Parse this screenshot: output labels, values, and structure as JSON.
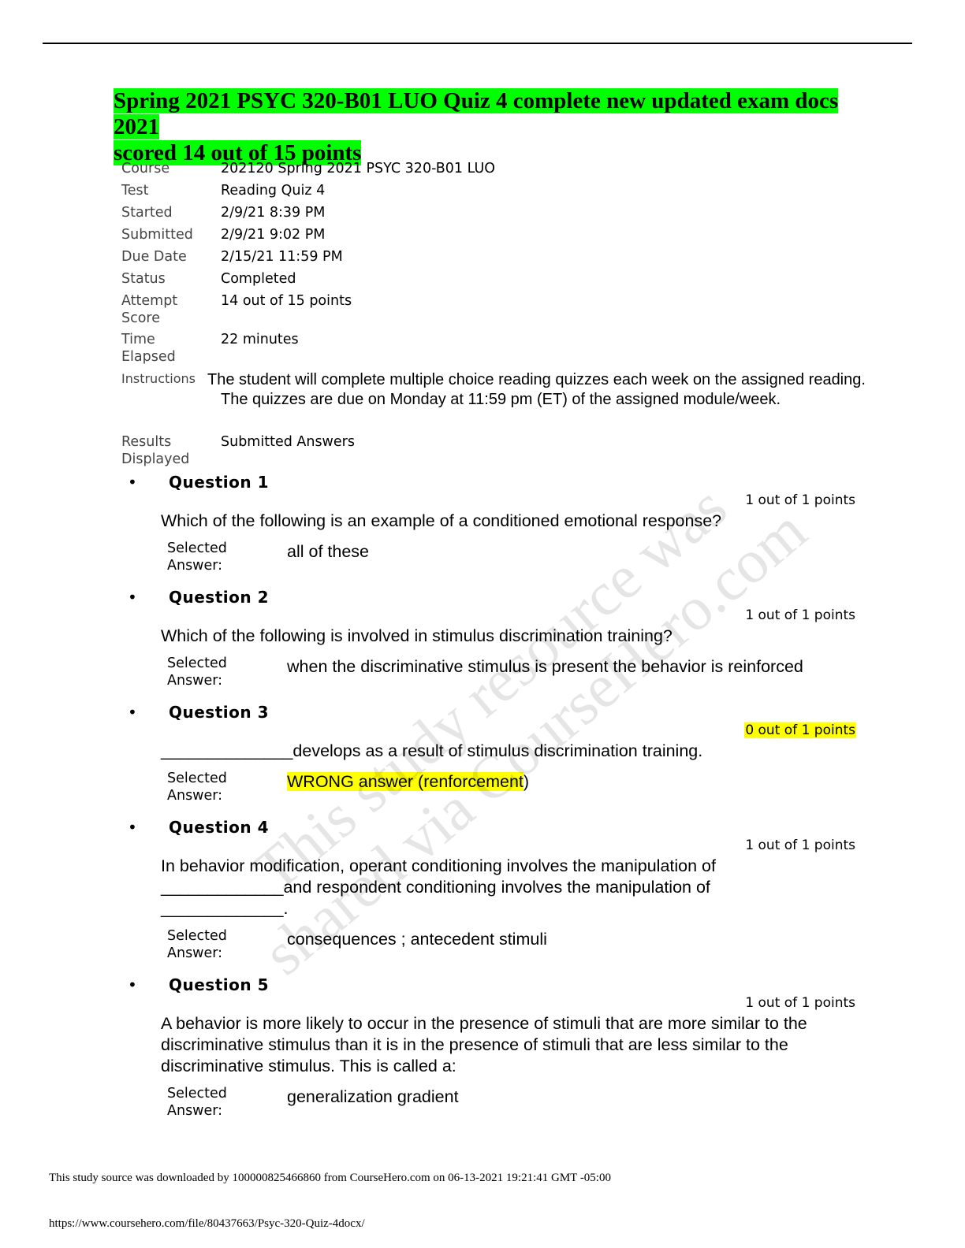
{
  "title_line1": "Spring 2021 PSYC 320-B01 LUO Quiz 4 complete new updated exam docs 2021",
  "title_line2": "scored 14 out of 15 points",
  "meta": [
    {
      "label": "Course",
      "value": "202120 Spring 2021 PSYC 320-B01 LUO"
    },
    {
      "label": "Test",
      "value": "Reading Quiz 4"
    },
    {
      "label": "Started",
      "value": "2/9/21 8:39 PM"
    },
    {
      "label": "Submitted",
      "value": "2/9/21 9:02 PM"
    },
    {
      "label": "Due Date",
      "value": "2/15/21 11:59 PM"
    },
    {
      "label": "Status",
      "value": "Completed"
    },
    {
      "label": "Attempt Score",
      "value": "14 out of 15 points"
    },
    {
      "label": "Time Elapsed",
      "value": "22 minutes"
    },
    {
      "label": "Instructions",
      "value": "The student will complete multiple choice reading quizzes each week on the assigned reading. The quizzes are due on Monday at 11:59 pm (ET) of the assigned module/week."
    },
    {
      "label": "Results Displayed",
      "value": "Submitted Answers"
    }
  ],
  "answer_label": "Selected Answer:",
  "bullet": "•",
  "questions": [
    {
      "title": "Question 1",
      "points": "1 out of 1 points",
      "text": "Which of the following is an example of a conditioned emotional response?",
      "answer": "all of these"
    },
    {
      "title": "Question 2",
      "points": "1 out of 1 points",
      "text": "Which of the following is involved in stimulus discrimination training?",
      "answer": "when the discriminative stimulus is present the behavior is reinforced"
    },
    {
      "title": "Question 3",
      "points": "0 out of 1 points",
      "text": "______________develops as a result of stimulus discrimination training.",
      "answer_hl": "WRONG answer (renforcement",
      "answer_tail": ")"
    },
    {
      "title": "Question 4",
      "points": "1 out of 1 points",
      "text_line1": "In behavior modification, operant conditioning involves the manipulation of",
      "text_line2": "_____________and respondent conditioning involves the manipulation of",
      "text_line3": "_____________.",
      "answer": "consequences ; antecedent stimuli"
    },
    {
      "title": "Question 5",
      "points": "1 out of 1 points",
      "text": "A behavior is more likely to occur in the presence of stimuli that are more similar to the discriminative stimulus than it is in the presence of stimuli that are less similar to the discriminative stimulus.  This is called a:",
      "answer": "generalization gradient"
    }
  ],
  "watermark_line1": "This study resource was",
  "watermark_line2": "shared via CourseHero.com",
  "footer_download": "This study source was downloaded by 100000825466860 from CourseHero.com on 06-13-2021 19:21:41 GMT -05:00",
  "footer_url": "https://www.coursehero.com/file/80437663/Psyc-320-Quiz-4docx/",
  "colors": {
    "title_highlight": "#00ff00",
    "wrong_highlight": "#ffff00"
  }
}
